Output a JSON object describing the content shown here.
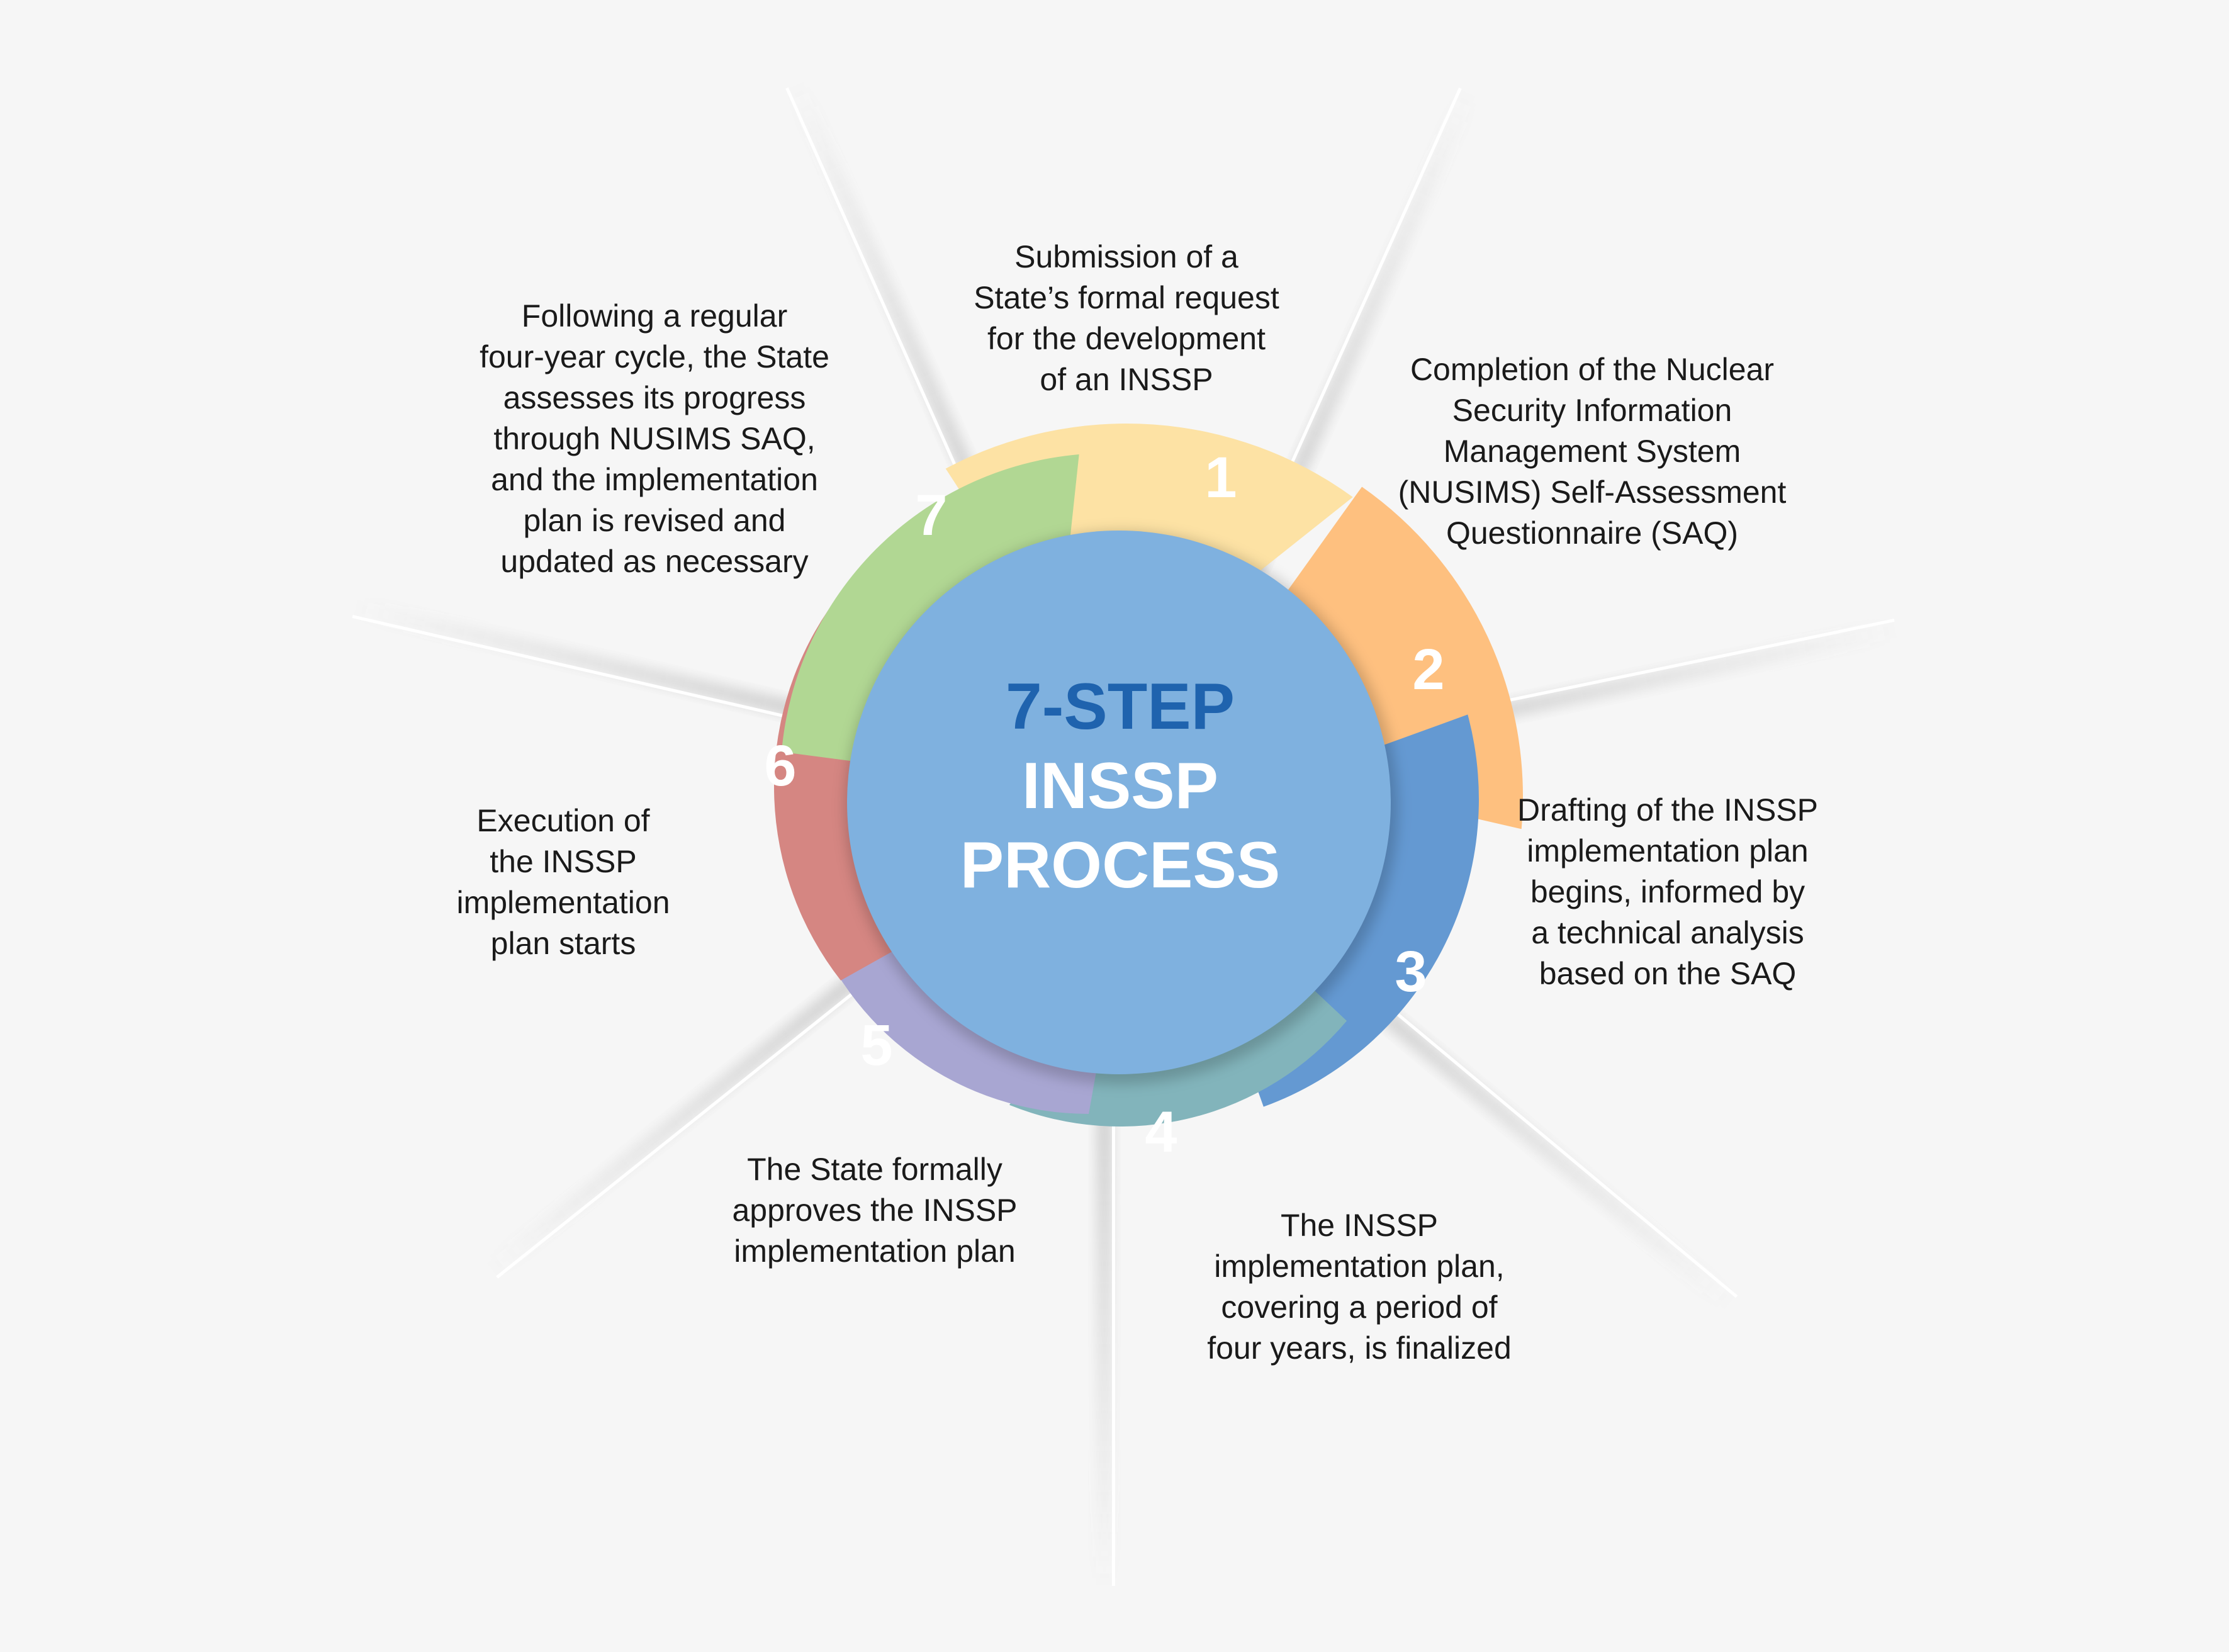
{
  "center": {
    "line1": "7-STEP",
    "line2": "INSSP",
    "line3": "PROCESS"
  },
  "colors": {
    "background": "#f6f6f6",
    "hub": "#7fb1df",
    "title_accent": "#1f63ae",
    "step1": "#fde2a4",
    "step2": "#fec07f",
    "step3": "#6499d2",
    "step4": "#82b4bb",
    "step5": "#a8a6d2",
    "step6": "#d58682",
    "step7": "#b1d793"
  },
  "steps": [
    {
      "number": "1",
      "text": "Submission of a\nState’s formal request\nfor the development\nof an INSSP"
    },
    {
      "number": "2",
      "text": "Completion of the Nuclear\nSecurity Information\nManagement System\n(NUSIMS) Self-Assessment\nQuestionnaire (SAQ)"
    },
    {
      "number": "3",
      "text": "Drafting of the INSSP\nimplementation plan\nbegins, informed by\na technical analysis\nbased on the SAQ"
    },
    {
      "number": "4",
      "text": "The INSSP\nimplementation plan,\ncovering a period of\nfour years, is finalized"
    },
    {
      "number": "5",
      "text": "The State formally\napproves the INSSP\nimplementation plan"
    },
    {
      "number": "6",
      "text": "Execution of\nthe INSSP\nimplementation\nplan starts"
    },
    {
      "number": "7",
      "text": "Following a regular\nfour-year cycle, the State\nassesses its progress\nthrough NUSIMS SAQ,\nand the implementation\nplan is revised and\nupdated as necessary"
    }
  ]
}
